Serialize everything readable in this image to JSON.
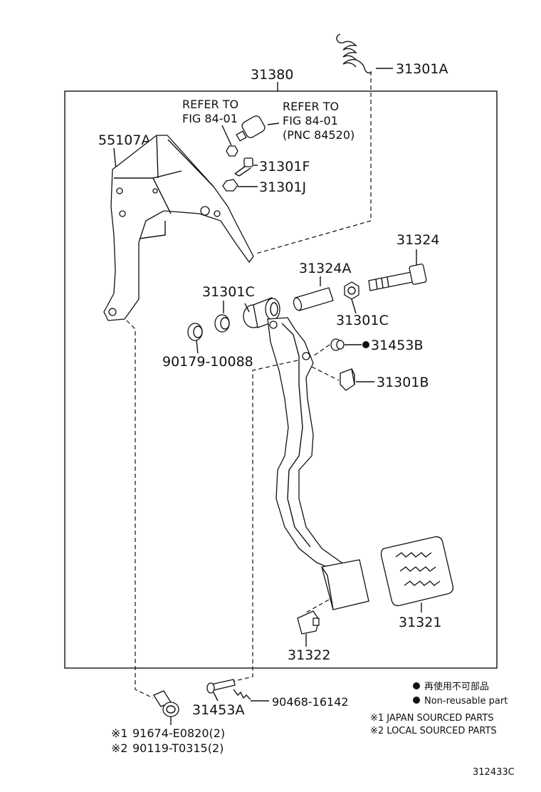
{
  "labels": {
    "frame": "31380",
    "spring": "31301A",
    "refer1_line1": "REFER TO",
    "refer1_line2": "FIG 84-01",
    "refer2_line1": "REFER TO",
    "refer2_line2": "FIG 84-01",
    "refer2_line3": "(PNC 84520)",
    "bracket": "55107A",
    "bolt": "31301F",
    "nut": "31301J",
    "long_bolt": "31324",
    "collar": "31324A",
    "bushing_left": "31301C",
    "bushing_right": "31301C",
    "bush_small": "90179-10088",
    "clip": "31453B",
    "stopper": "31301B",
    "pad": "31321",
    "pad_stopper": "31322",
    "pin": "31453A",
    "snap": "90468-16142",
    "bolt_j_mark": "※1",
    "bolt_j": "91674-E0820(2)",
    "bolt_l_mark": "※2",
    "bolt_l": "90119-T0315(2)",
    "diagram_id": "312433C"
  },
  "legend": {
    "jp": "再使用不可部品",
    "en": "Non-reusable part",
    "note1": "※1 JAPAN SOURCED PARTS",
    "note2": "※2 LOCAL SOURCED PARTS"
  }
}
